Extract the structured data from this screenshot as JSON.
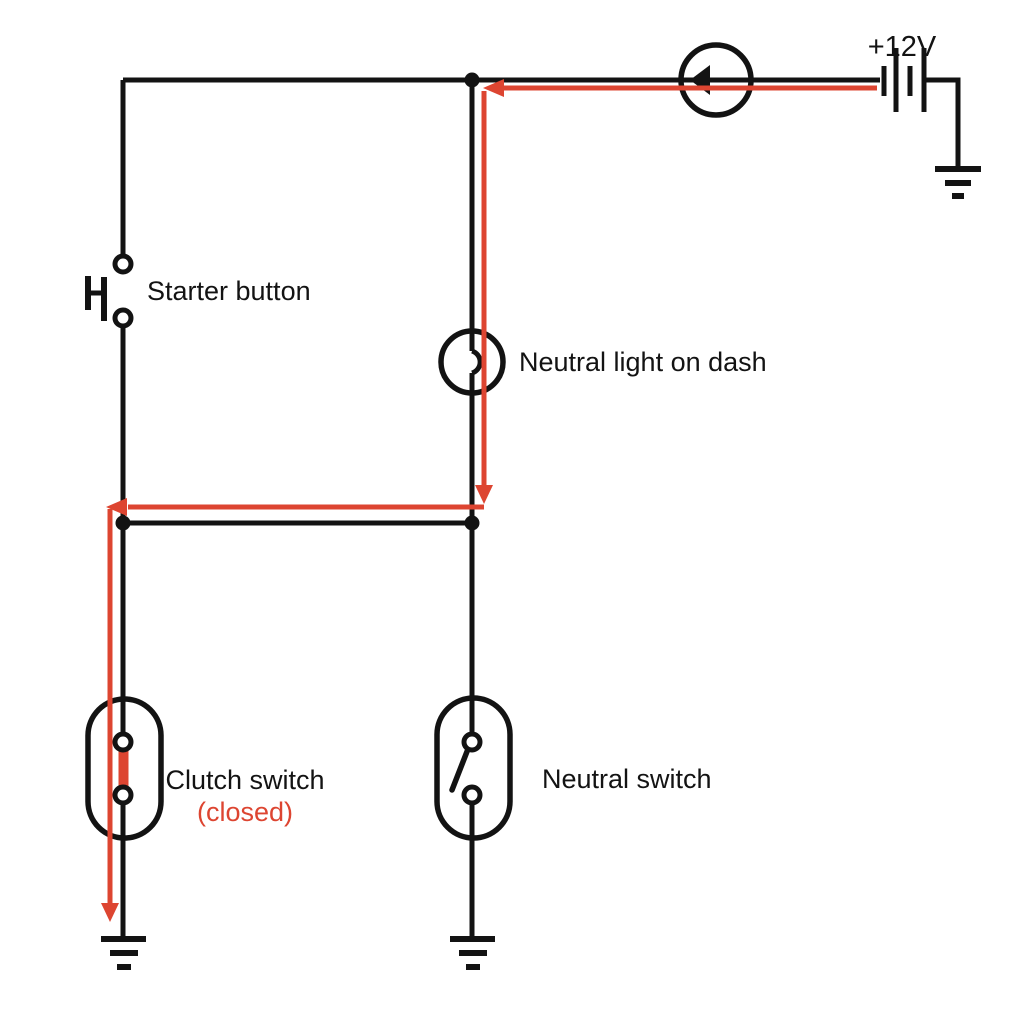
{
  "colors": {
    "wire": "#131313",
    "current_path": "#dd4531",
    "background": "#ffffff",
    "label_text": "#131313"
  },
  "labels": {
    "battery_voltage": "+12V",
    "starter_button": "Starter button",
    "neutral_light": "Neutral light on dash",
    "clutch_switch": "Clutch switch",
    "clutch_switch_state": "(closed)",
    "neutral_switch": "Neutral switch"
  },
  "components": [
    {
      "name": "battery",
      "label": "+12V",
      "symbol": "battery-cells-with-ground"
    },
    {
      "name": "current-flow-indicator",
      "symbol": "circle-with-left-arrow"
    },
    {
      "name": "starter-button",
      "label": "Starter button",
      "symbol": "pushbutton-open"
    },
    {
      "name": "neutral-light",
      "label": "Neutral light on dash",
      "symbol": "lamp"
    },
    {
      "name": "clutch-switch",
      "label": "Clutch switch",
      "state": "(closed)",
      "symbol": "switch-closed"
    },
    {
      "name": "neutral-switch",
      "label": "Neutral switch",
      "symbol": "switch-open"
    },
    {
      "name": "current-path",
      "symbol": "red-arrows",
      "route": "battery to junction, down through neutral light, left along bus, down through clutch switch to ground"
    }
  ]
}
